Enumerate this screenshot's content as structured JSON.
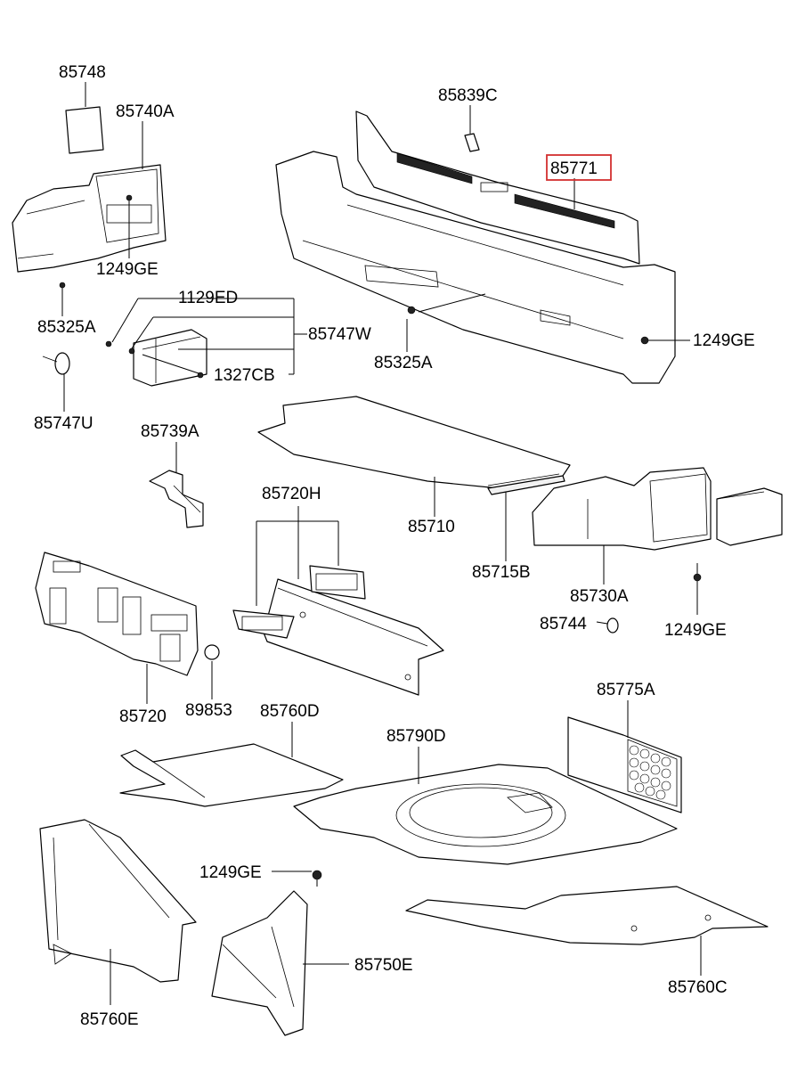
{
  "highlight_color": "#d32f2f",
  "highlighted_part": "85771",
  "labels": {
    "p85748": "85748",
    "p85740A": "85740A",
    "p85839C": "85839C",
    "p85771": "85771",
    "p1249GE_a": "1249GE",
    "p85325A_a": "85325A",
    "p1129ED": "1129ED",
    "p85747W": "85747W",
    "p85325A_b": "85325A",
    "p1249GE_b": "1249GE",
    "p1327CB": "1327CB",
    "p85747U": "85747U",
    "p85739A": "85739A",
    "p85720H": "85720H",
    "p85710": "85710",
    "p85715B": "85715B",
    "p85730A": "85730A",
    "p85744": "85744",
    "p1249GE_c": "1249GE",
    "p85720": "85720",
    "p89853": "89853",
    "p85760D": "85760D",
    "p85790D": "85790D",
    "p85775A": "85775A",
    "p1249GE_d": "1249GE",
    "p85750E": "85750E",
    "p85760C": "85760C",
    "p85760E": "85760E"
  }
}
